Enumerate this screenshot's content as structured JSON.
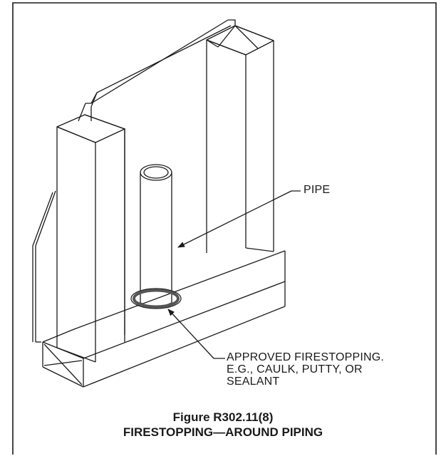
{
  "diagram": {
    "callouts": {
      "pipe": "PIPE",
      "firestopping_lines": [
        "APPROVED FIRESTOPPING.",
        "E.G., CAULK, PUTTY, OR",
        "SEALANT"
      ]
    },
    "caption": {
      "number": "Figure R302.11(8)",
      "title": "FIRESTOPPING—AROUND PIPING"
    }
  }
}
